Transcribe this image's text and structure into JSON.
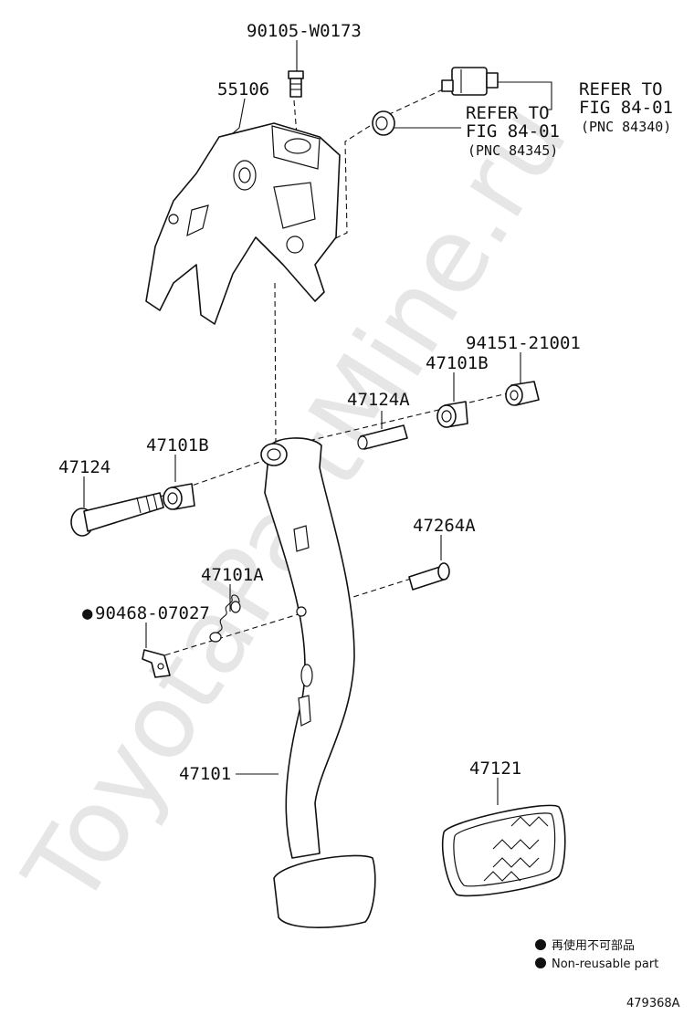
{
  "watermark": "ToyotaPartMine.ru",
  "labels": {
    "bolt_top": "90105-W0173",
    "bracket": "55106",
    "refer_upper_1": "REFER TO",
    "refer_upper_2": "FIG 84-01",
    "refer_upper_pnc": "(PNC 84340)",
    "refer_lower_1": "REFER TO",
    "refer_lower_2": "FIG 84-01",
    "refer_lower_pnc": "(PNC 84345)",
    "collar_right": "94151-21001",
    "bushing_upper": "47101B",
    "pin_sleeve": "47124A",
    "bolt_pivot": "47124",
    "bushing_left": "47101B",
    "clevis_pin": "47264A",
    "spring": "47101A",
    "clip": "90468-07027",
    "pedal_arm": "47101",
    "pedal_pad": "47121"
  },
  "clip_marker": "●",
  "legend": {
    "item1": "再使用不可部品",
    "item2": "Non-reusable part"
  },
  "figure_id": "479368A"
}
